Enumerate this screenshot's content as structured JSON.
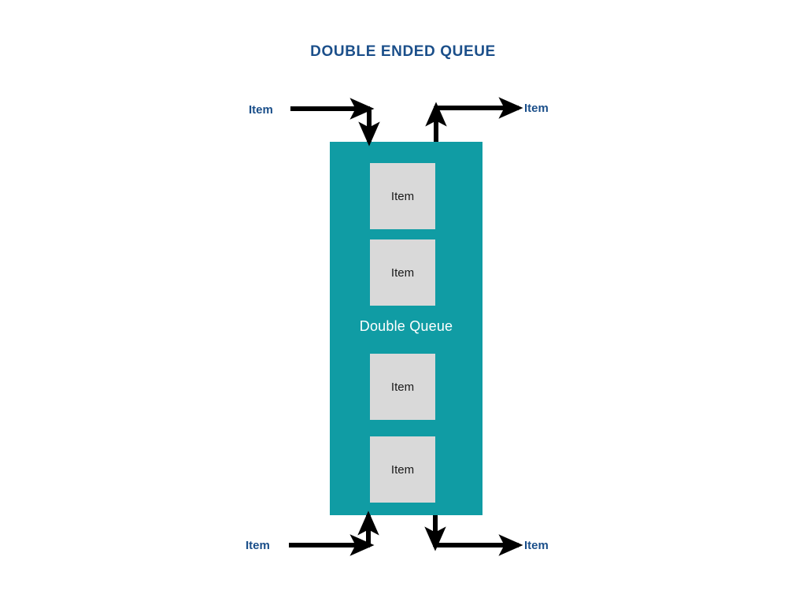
{
  "title": "DOUBLE ENDED QUEUE",
  "colors": {
    "title_text": "#1b4f8a",
    "queue_fill": "#109ca4",
    "cell_fill": "#d9d9d9",
    "cell_text": "#1a1a1a",
    "queue_label_text": "#ffffff",
    "arrow": "#000000",
    "background": "#ffffff"
  },
  "queue": {
    "label": "Double Queue",
    "cells": [
      {
        "label": "Item"
      },
      {
        "label": "Item"
      },
      {
        "label": "Item"
      },
      {
        "label": "Item"
      }
    ]
  },
  "ports": {
    "top_left": {
      "label": "Item",
      "direction": "enqueue-front"
    },
    "top_right": {
      "label": "Item",
      "direction": "dequeue-front"
    },
    "bottom_left": {
      "label": "Item",
      "direction": "enqueue-rear"
    },
    "bottom_right": {
      "label": "Item",
      "direction": "dequeue-rear"
    }
  },
  "icons": {
    "arrow_top_left": "arrow-right-then-down-icon",
    "arrow_top_right": "arrow-up-then-right-icon",
    "arrow_bottom_left": "arrow-right-then-up-icon",
    "arrow_bottom_right": "arrow-down-then-right-icon"
  }
}
